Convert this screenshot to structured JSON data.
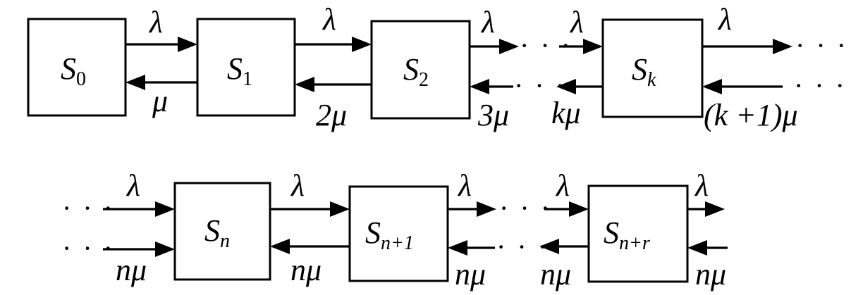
{
  "states": [
    {
      "main": "S",
      "sub": "0"
    },
    {
      "main": "S",
      "sub": "1"
    },
    {
      "main": "S",
      "sub": "2"
    },
    {
      "main": "S",
      "sub": "k"
    },
    {
      "main": "S",
      "sub": "n"
    },
    {
      "main": "S",
      "sub": "n+1"
    },
    {
      "main": "S",
      "sub": "n+r"
    }
  ],
  "rates": {
    "lambda": "λ",
    "mu": "μ",
    "two_mu": "2μ",
    "three_mu": "3μ",
    "k_mu": "kμ",
    "k_plus_one_mu": "(k +1)μ",
    "n_mu": "nμ"
  },
  "ellipsis": "· · ·"
}
